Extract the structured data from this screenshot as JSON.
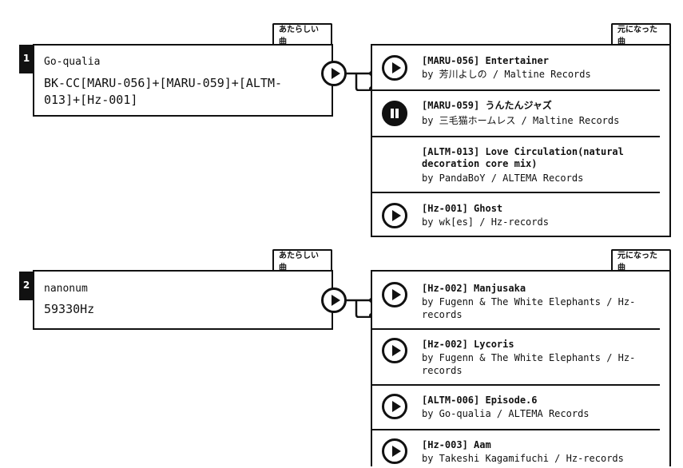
{
  "labels": {
    "new_song": "あたらしい曲",
    "source_songs": "元になった曲"
  },
  "remixes": [
    {
      "index": "1",
      "artist": "Go-qualia",
      "title": "BK-CC[MARU-056]+[MARU-059]+[ALTM-\n013]+[Hz-001]",
      "sources": [
        {
          "icon": "play",
          "title": "[MARU-056] Entertainer",
          "by": "by 芳川よしの / Maltine Records"
        },
        {
          "icon": "pause",
          "title": "[MARU-059] うんたんジャズ",
          "by": "by 三毛猫ホームレス / Maltine Records"
        },
        {
          "icon": "none",
          "title": "[ALTM-013] Love Circulation(natural decoration core mix)",
          "by": "by PandaBoY / ALTEMA Records"
        },
        {
          "icon": "play",
          "title": "[Hz-001] Ghost",
          "by": "by wk[es] / Hz-records"
        }
      ]
    },
    {
      "index": "2",
      "artist": "nanonum",
      "title": "59330Hz",
      "sources": [
        {
          "icon": "play",
          "title": "[Hz-002] Manjusaka",
          "by": "by Fugenn & The White Elephants / Hz-records"
        },
        {
          "icon": "play",
          "title": "[Hz-002] Lycoris",
          "by": "by Fugenn & The White Elephants / Hz-records"
        },
        {
          "icon": "play",
          "title": "[ALTM-006] Episode.6",
          "by": "by Go-qualia / ALTEMA Records"
        },
        {
          "icon": "play",
          "title": "[Hz-003] Aam",
          "by": "by Takeshi Kagamifuchi / Hz-records"
        }
      ]
    }
  ]
}
